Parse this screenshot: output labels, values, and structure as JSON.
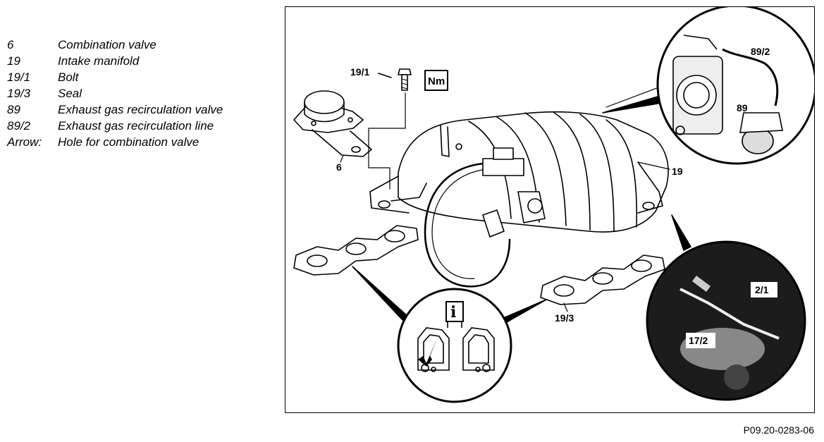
{
  "legend": [
    {
      "code": "6",
      "description": "Combination valve"
    },
    {
      "code": "19",
      "description": "Intake manifold"
    },
    {
      "code": "19/1",
      "description": "Bolt"
    },
    {
      "code": "19/3",
      "description": "Seal"
    },
    {
      "code": "89",
      "description": "Exhaust gas recirculation valve"
    },
    {
      "code": "89/2",
      "description": "Exhaust gas recirculation line"
    },
    {
      "code": "Arrow:",
      "description": "Hole for combination valve"
    }
  ],
  "figure": {
    "callouts": {
      "bolt": "19/1",
      "combination_valve": "6",
      "intake_manifold": "19",
      "seal": "19/3",
      "egr_line": "89/2",
      "egr_valve": "89",
      "detail_upper": "2/1",
      "detail_lower": "17/2"
    },
    "torque_symbol": "Nm",
    "info_symbol": "i"
  },
  "drawing_reference": "P09.20-0283-06"
}
